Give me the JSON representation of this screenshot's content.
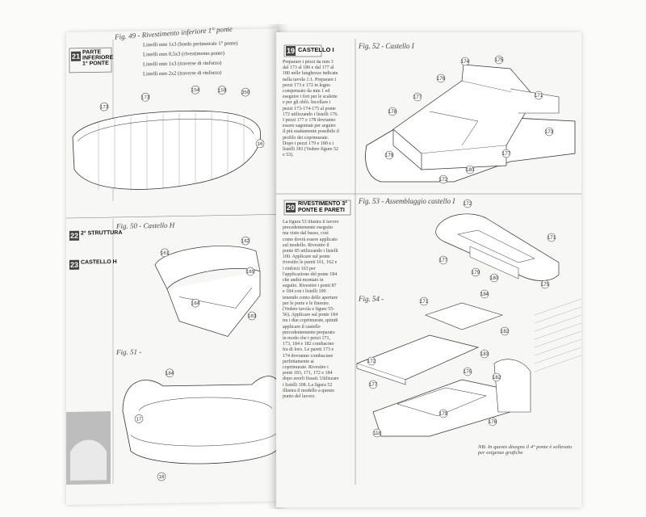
{
  "left_page": {
    "section_21": {
      "number": "21",
      "title": "PARTE INFERIORE 1° PONTE"
    },
    "fig_49": {
      "caption": "Fig. 49 - Rivestimento inferiore 1° ponte",
      "items": [
        "Listelli mm 1x3 (bordo perimetrale 1° ponte)",
        "Listelli mm 0,5x3 (rivestimento ponte)",
        "Listelli mm 1x3 (traverse di rinforzo)",
        "Listelli mm 2x2 (traverse di rinforzo)"
      ],
      "labels": [
        "173",
        "154",
        "159",
        "350",
        "16"
      ]
    },
    "section_22": {
      "number": "22",
      "title": "2° STRUTTURA"
    },
    "section_23": {
      "number": "23",
      "title": "CASTELLO H"
    },
    "fig_50": {
      "caption": "Fig. 50 - Castello H",
      "labels": [
        "161",
        "162",
        "165",
        "164",
        "163"
      ]
    },
    "fig_51": {
      "caption": "Fig. 51 -",
      "labels": [
        "184",
        "17",
        "18"
      ]
    }
  },
  "right_page": {
    "section_19": {
      "number": "19",
      "title": "CASTELLO I",
      "text": "Preparare i pezzi da mm 3 dal 173 al 180 e dal 177 al 180 nelle lunghezze indicate nella tavola 1:1. Preparare i pezzi 173 e 172 in legno compensato da mm 1 ed eseguire i fori per le scalette e per gli oblò. Incollare i pezzi 173-174-175 al ponte 172 utilizzando i listelli 176. I pezzi 177 e 178 dovranno essere sagomati per seguire il più esattamente possibile il profilo dei coprimurate. Dopo i pezzi 179 e 180 e i listelli 181 (Vedere figure 52 e 53)."
    },
    "fig_52": {
      "caption": "Fig. 52 - Castello I",
      "labels": [
        "174",
        "175",
        "176",
        "177",
        "178",
        "179",
        "180",
        "172",
        "171",
        "173"
      ]
    },
    "section_20": {
      "number": "20",
      "title": "RIVESTIMENTO 3° PONTE E PARETI",
      "text": "La figura 53 illustra il lavoro precedentemente eseguito ma visto dal basso, così come dovrà essere applicato sul modello. Rivestire il ponte 85 utilizzando i listelli 100. Applicare sul ponte rivestito le pareti 161, 162 e i rinforzi 163 per l'applicazione del ponte 184 che andrà montato in seguito. Rivestire i ponti 87 e 184 con i listelli 100 tenendo conto delle aperture per le porte e le finestre. (Vedere tavola e figure 55-56). Applicare sul ponte 184 tra i due coprimurate, quindi applicare il castello precedentemente preparato in modo che i pezzi 171, 173, 184 e 182 combacino fra di loro. Le pareti 173 e 174 dovranno combaciare perfettamente ai coprimurate. Rivestire i ponti 183, 171, 172 e 184 dopo averli fissati. Utilizzare i listelli 108. La figura 52 illustra il modello a questo punto del lavoro."
    },
    "fig_53": {
      "caption": "Fig. 53 - Assemblaggio castello I",
      "labels": [
        "172",
        "171",
        "177",
        "179",
        "180",
        "175"
      ]
    },
    "fig_54": {
      "caption": "Fig. 54 -",
      "labels": [
        "171",
        "184",
        "172",
        "182",
        "183",
        "177",
        "179",
        "178",
        "175",
        "182",
        "118"
      ]
    },
    "footnote": "NB: In questo disegno il 4° ponte è sollevato per esigenze grafiche"
  }
}
